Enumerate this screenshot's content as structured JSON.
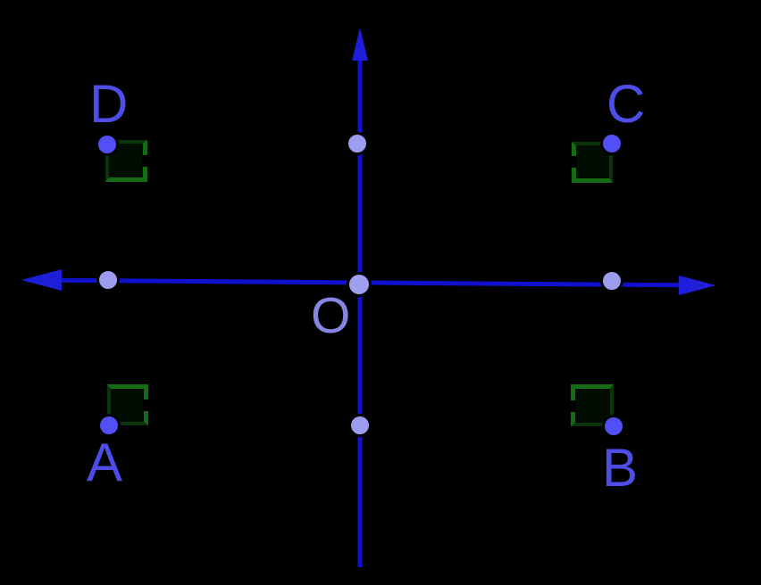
{
  "figure": {
    "type": "geometry-diagram",
    "description": "Coordinate plane with origin O, four rectangle vertices A, B, C, D, their perpendicular projections on the axes, and dark green right-angle square markers at each vertex",
    "background": "#000000",
    "colors": {
      "axis": "#1111cd",
      "arrowhead": "#1e1ed8",
      "vertex_dot": "#5050f4",
      "axis_dot": "#9d9df0",
      "origin_dot": "#a0a0ee",
      "vertex_label": "#4d4de8",
      "origin_label": "#8585e2",
      "right_angle_marker_bright": "#156c15",
      "right_angle_marker_dim": "#0a350b"
    },
    "labels": {
      "origin": "O",
      "vertex_a": "A",
      "vertex_b": "B",
      "vertex_c": "C",
      "vertex_d": "D"
    },
    "points": {
      "vertices": [
        "A",
        "B",
        "C",
        "D"
      ],
      "origin": "O",
      "quadrants": {
        "A": "third (bottom-left)",
        "B": "fourth (bottom-right)",
        "C": "first (top-right)",
        "D": "second (top-left)"
      },
      "axis_projection_dots": 4,
      "right_angle_markers_at": [
        "A",
        "B",
        "C",
        "D"
      ]
    }
  }
}
